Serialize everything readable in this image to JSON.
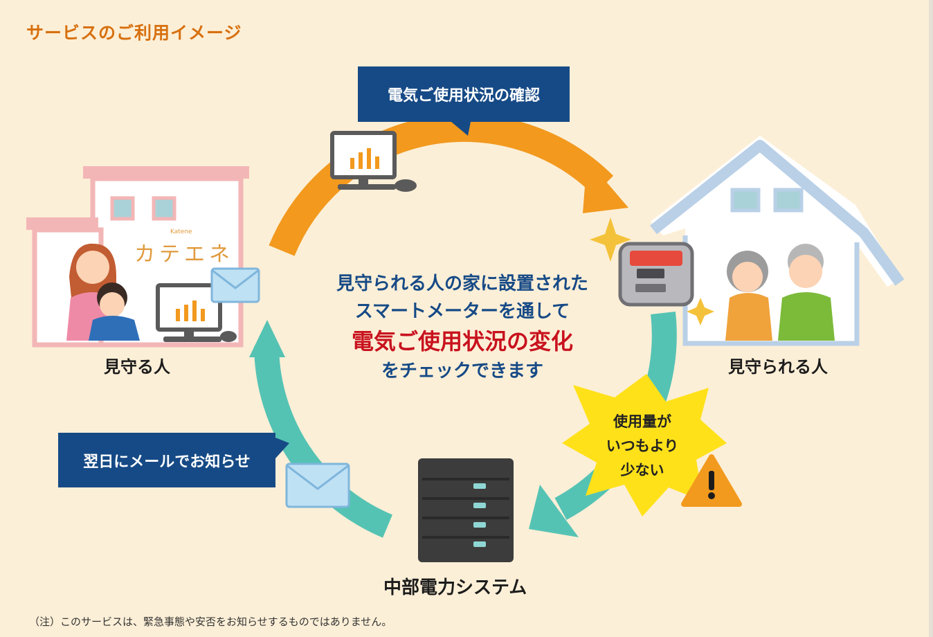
{
  "title": "サービスのご利用イメージ",
  "callouts": {
    "top": "電気ご使用状況の確認",
    "left": "翌日にメールでお知らせ"
  },
  "center": {
    "line1": "見守られる人の家に設置された",
    "line2": "スマートメーターを通して",
    "highlight": "電気ご使用状況の変化",
    "line3": "をチェックできます"
  },
  "labels": {
    "watcher": "見守る人",
    "watched": "見守られる人",
    "system": "中部電力システム"
  },
  "burst": {
    "line1": "使用量が",
    "line2": "いつもより",
    "line3": "少ない"
  },
  "house_sign": {
    "main": "カテエネ",
    "small": "Katene"
  },
  "note": "（注）このサービスは、緊急事態や安否をお知らせするものではありません。",
  "colors": {
    "background": "#fcefd7",
    "title": "#d7700f",
    "navy": "#164a86",
    "highlight_red": "#c8121e",
    "arrow_orange": "#f2991e",
    "arrow_teal": "#55c3b4",
    "burst_yellow": "#ffe11a"
  }
}
